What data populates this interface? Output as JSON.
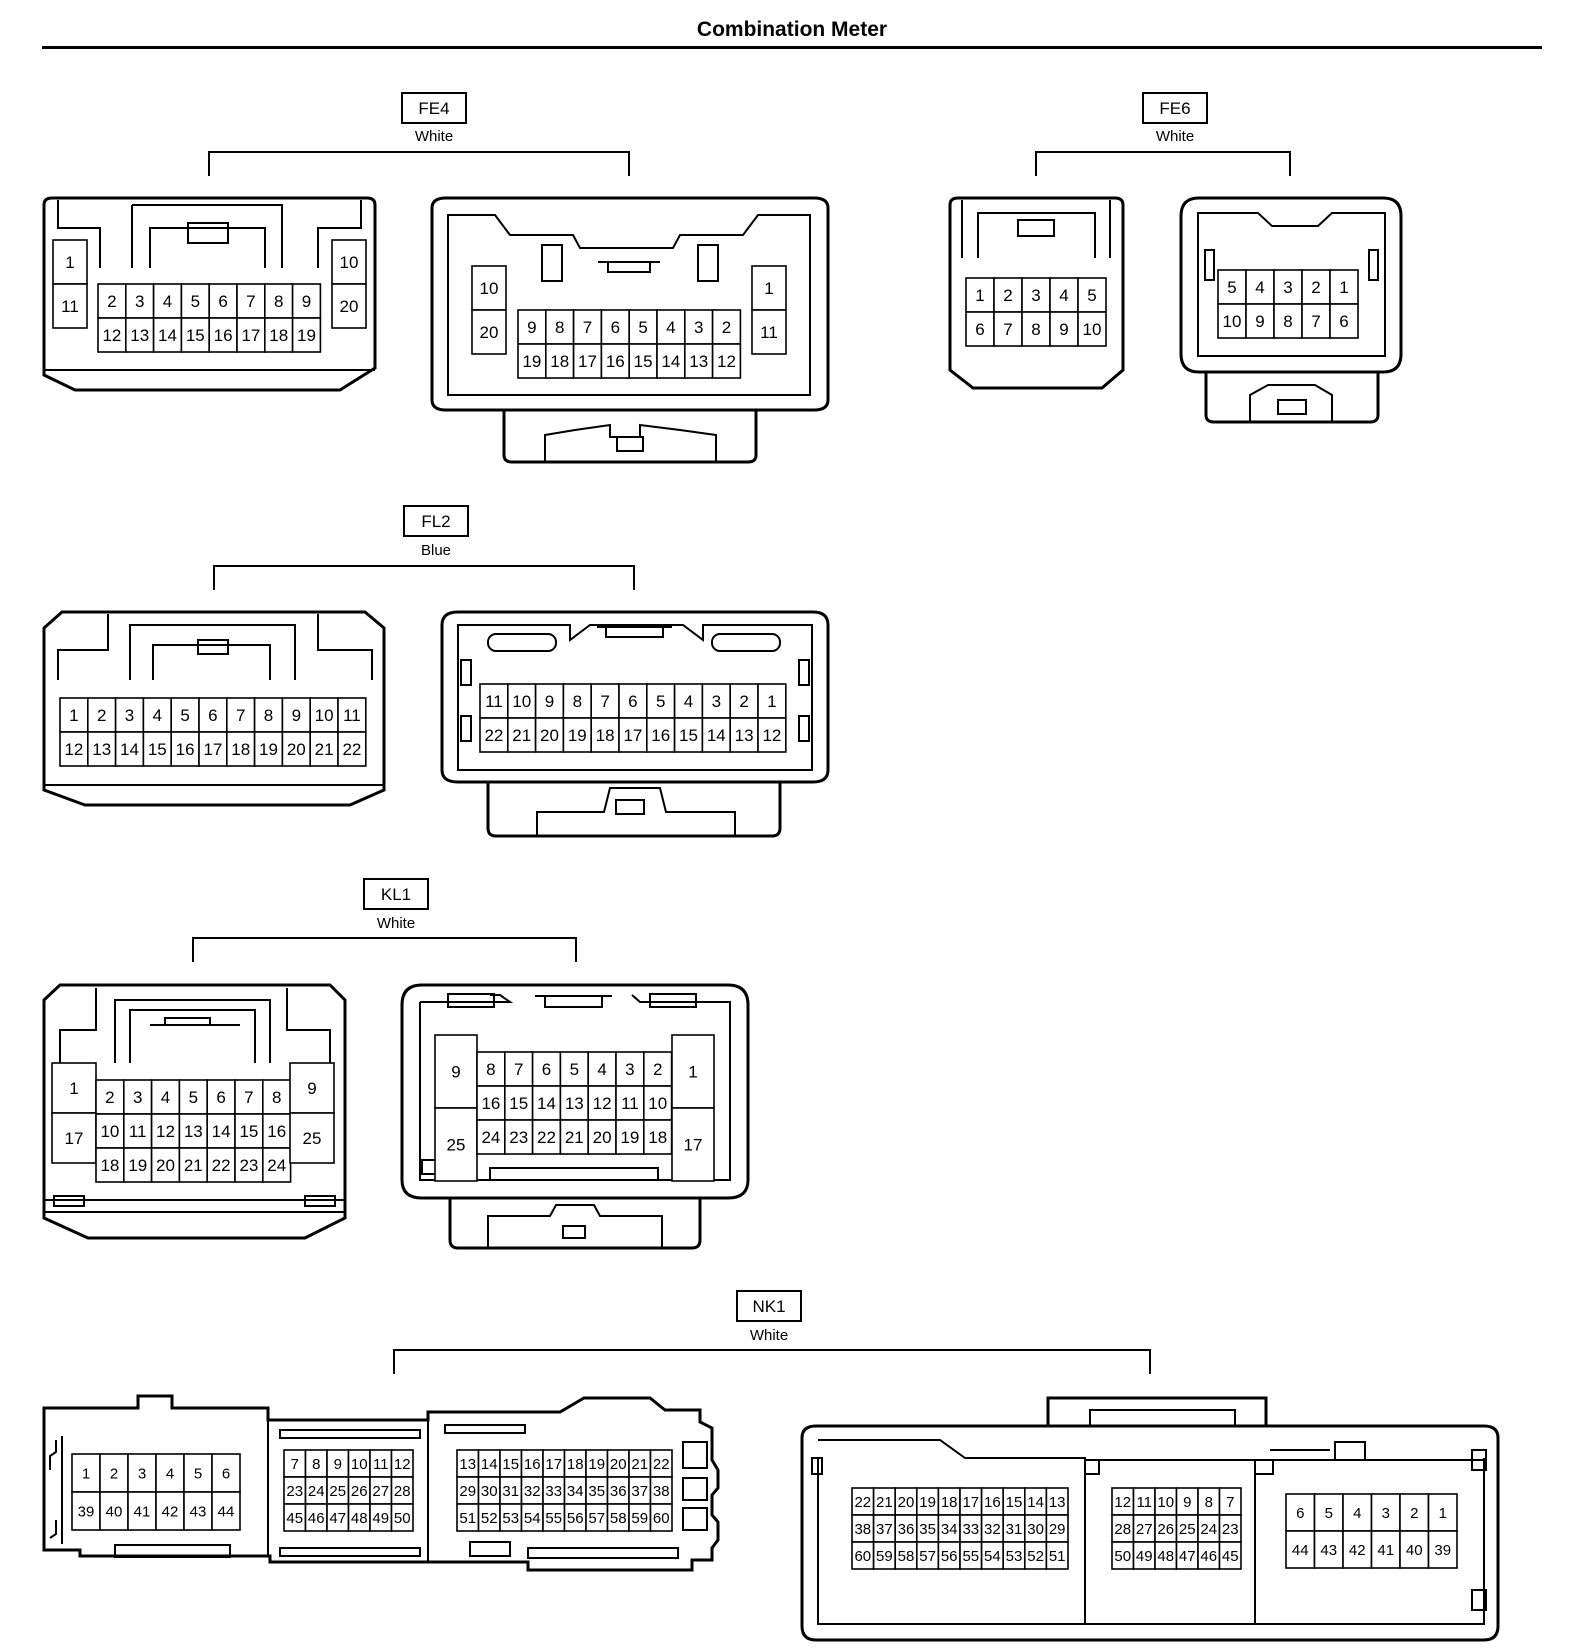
{
  "page_title": "Combination Meter",
  "connectors": {
    "fe4": {
      "code": "FE4",
      "color": "White",
      "face_a": {
        "left": [
          "1",
          "11"
        ],
        "top": [
          "2",
          "3",
          "4",
          "5",
          "6",
          "7",
          "8",
          "9"
        ],
        "bottom": [
          "12",
          "13",
          "14",
          "15",
          "16",
          "17",
          "18",
          "19"
        ],
        "right": [
          "10",
          "20"
        ]
      },
      "face_b": {
        "left": [
          "10",
          "20"
        ],
        "top": [
          "9",
          "8",
          "7",
          "6",
          "5",
          "4",
          "3",
          "2"
        ],
        "bottom": [
          "19",
          "18",
          "17",
          "16",
          "15",
          "14",
          "13",
          "12"
        ],
        "right": [
          "1",
          "11"
        ]
      }
    },
    "fe6": {
      "code": "FE6",
      "color": "White",
      "face_a": {
        "top": [
          "1",
          "2",
          "3",
          "4",
          "5"
        ],
        "bottom": [
          "6",
          "7",
          "8",
          "9",
          "10"
        ]
      },
      "face_b": {
        "top": [
          "5",
          "4",
          "3",
          "2",
          "1"
        ],
        "bottom": [
          "10",
          "9",
          "8",
          "7",
          "6"
        ]
      }
    },
    "fl2": {
      "code": "FL2",
      "color": "Blue",
      "face_a": {
        "top": [
          "1",
          "2",
          "3",
          "4",
          "5",
          "6",
          "7",
          "8",
          "9",
          "10",
          "11"
        ],
        "bottom": [
          "12",
          "13",
          "14",
          "15",
          "16",
          "17",
          "18",
          "19",
          "20",
          "21",
          "22"
        ]
      },
      "face_b": {
        "top": [
          "11",
          "10",
          "9",
          "8",
          "7",
          "6",
          "5",
          "4",
          "3",
          "2",
          "1"
        ],
        "bottom": [
          "22",
          "21",
          "20",
          "19",
          "18",
          "17",
          "16",
          "15",
          "14",
          "13",
          "12"
        ]
      }
    },
    "kl1": {
      "code": "KL1",
      "color": "White",
      "face_a": {
        "left": [
          "1",
          "17"
        ],
        "r1": [
          "2",
          "3",
          "4",
          "5",
          "6",
          "7",
          "8"
        ],
        "r2": [
          "10",
          "11",
          "12",
          "13",
          "14",
          "15",
          "16"
        ],
        "r3": [
          "18",
          "19",
          "20",
          "21",
          "22",
          "23",
          "24"
        ],
        "right": [
          "9",
          "25"
        ]
      },
      "face_b": {
        "left": [
          "9",
          "25"
        ],
        "r1": [
          "8",
          "7",
          "6",
          "5",
          "4",
          "3",
          "2"
        ],
        "r2": [
          "16",
          "15",
          "14",
          "13",
          "12",
          "11",
          "10"
        ],
        "r3": [
          "24",
          "23",
          "22",
          "21",
          "20",
          "19",
          "18"
        ],
        "right": [
          "1",
          "17"
        ]
      }
    },
    "nk1": {
      "code": "NK1",
      "color": "White",
      "face_a": {
        "g1": {
          "top": [
            "1",
            "2",
            "3",
            "4",
            "5",
            "6"
          ],
          "bottom": [
            "39",
            "40",
            "41",
            "42",
            "43",
            "44"
          ]
        },
        "g2": {
          "r1": [
            "7",
            "8",
            "9",
            "10",
            "11",
            "12"
          ],
          "r2": [
            "23",
            "24",
            "25",
            "26",
            "27",
            "28"
          ],
          "r3": [
            "45",
            "46",
            "47",
            "48",
            "49",
            "50"
          ]
        },
        "g3": {
          "r1": [
            "13",
            "14",
            "15",
            "16",
            "17",
            "18",
            "19",
            "20",
            "21",
            "22"
          ],
          "r2": [
            "29",
            "30",
            "31",
            "32",
            "33",
            "34",
            "35",
            "36",
            "37",
            "38"
          ],
          "r3": [
            "51",
            "52",
            "53",
            "54",
            "55",
            "56",
            "57",
            "58",
            "59",
            "60"
          ]
        }
      },
      "face_b": {
        "g1": {
          "r1": [
            "22",
            "21",
            "20",
            "19",
            "18",
            "17",
            "16",
            "15",
            "14",
            "13"
          ],
          "r2": [
            "38",
            "37",
            "36",
            "35",
            "34",
            "33",
            "32",
            "31",
            "30",
            "29"
          ],
          "r3": [
            "60",
            "59",
            "58",
            "57",
            "56",
            "55",
            "54",
            "53",
            "52",
            "51"
          ]
        },
        "g2": {
          "r1": [
            "12",
            "11",
            "10",
            "9",
            "8",
            "7"
          ],
          "r2": [
            "28",
            "27",
            "26",
            "25",
            "24",
            "23"
          ],
          "r3": [
            "50",
            "49",
            "48",
            "47",
            "46",
            "45"
          ]
        },
        "g3": {
          "top": [
            "6",
            "5",
            "4",
            "3",
            "2",
            "1"
          ],
          "bottom": [
            "44",
            "43",
            "42",
            "41",
            "40",
            "39"
          ]
        }
      }
    }
  }
}
